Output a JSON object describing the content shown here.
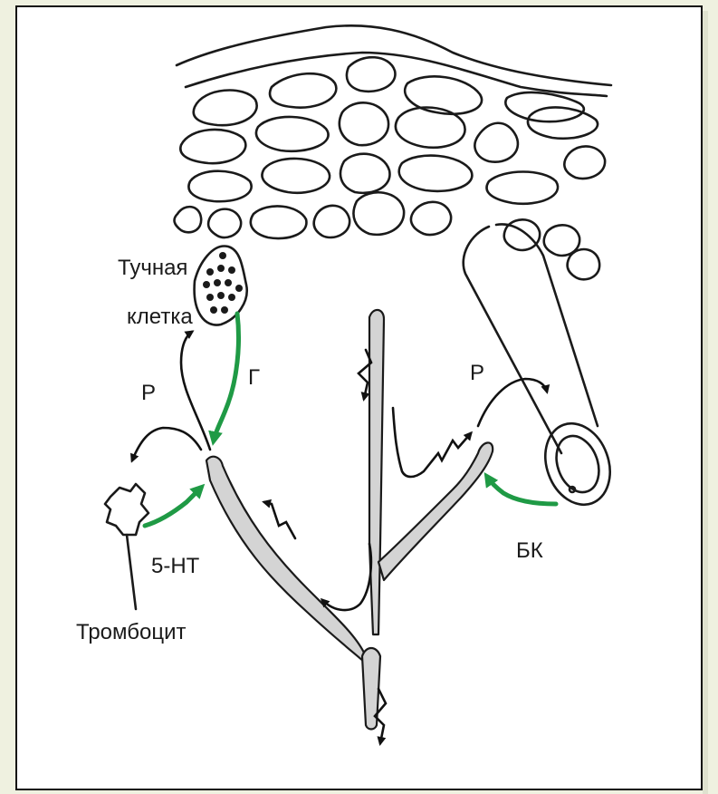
{
  "labels": {
    "mast_cell_line1": "Тучная",
    "mast_cell_line2": "клетка",
    "platelet": "Тромбоцит",
    "serotonin": "5-НТ",
    "histamine": "Г",
    "bradykinin": "БК",
    "receptor_left": "Р",
    "receptor_right": "Р"
  },
  "colors": {
    "background": "#eff1e0",
    "frame_border": "#111111",
    "green_arrow": "#1f9a45",
    "nerve_fill": "#d4d4d4"
  }
}
